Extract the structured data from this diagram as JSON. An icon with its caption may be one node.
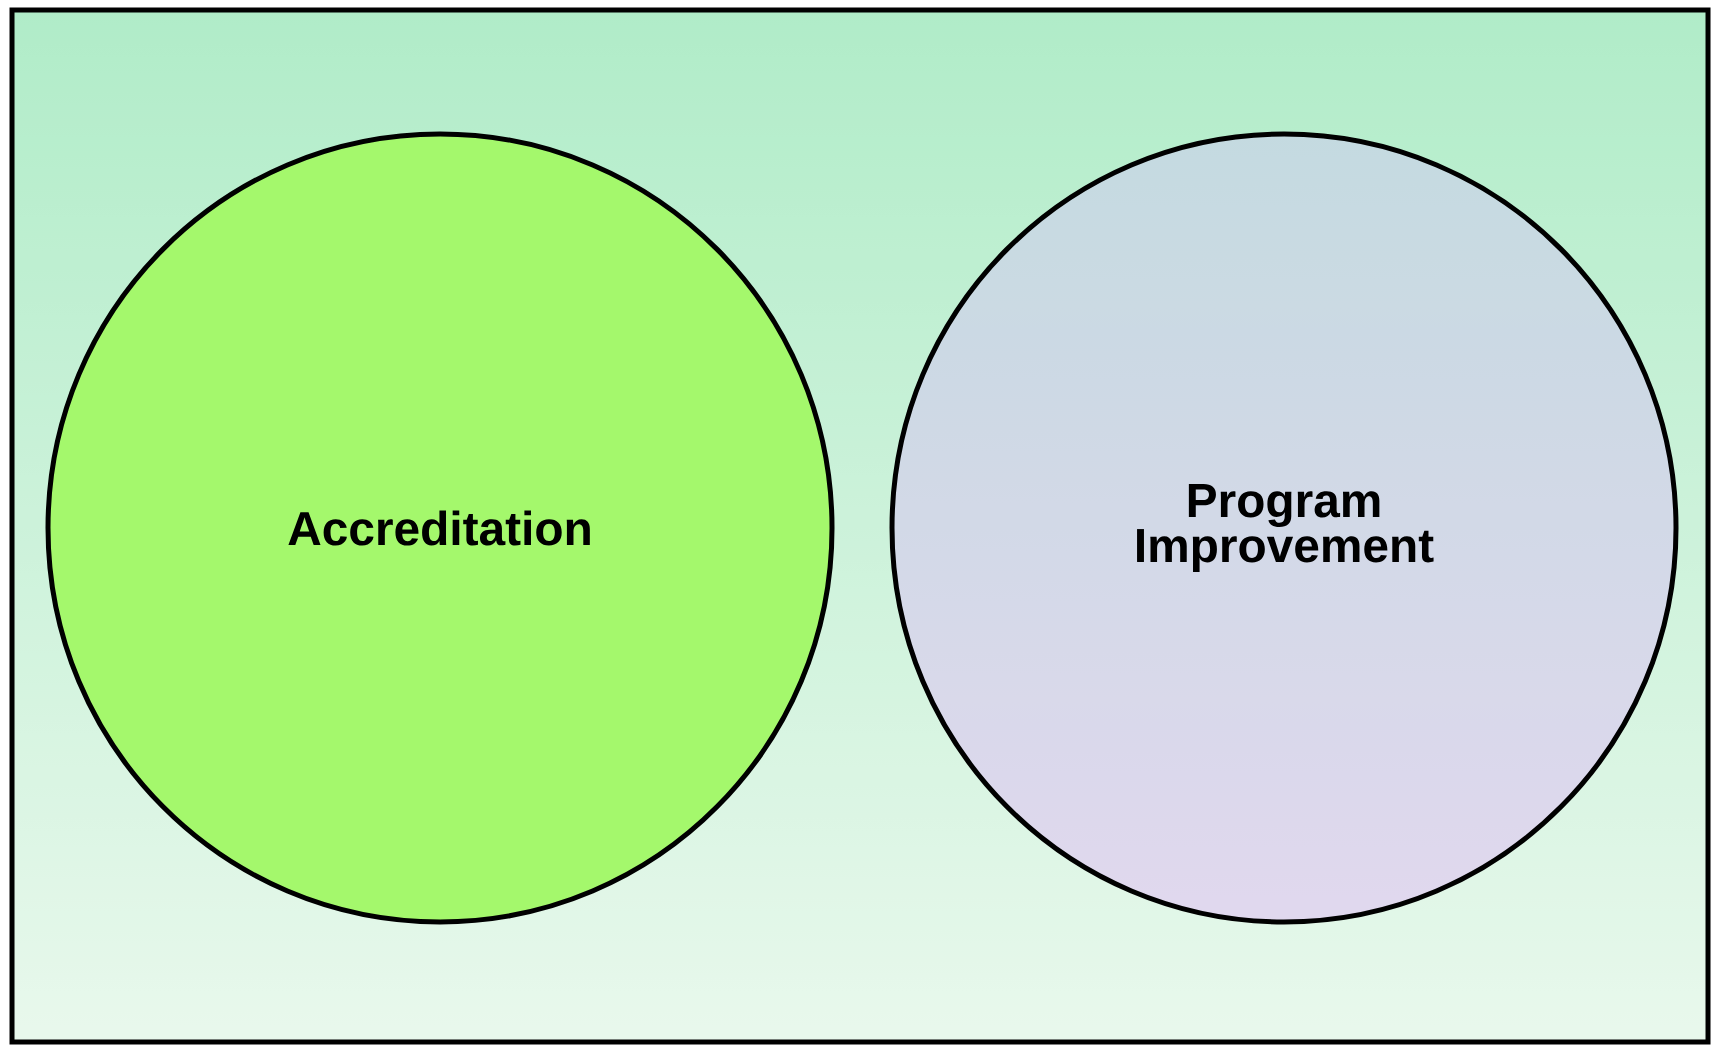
{
  "diagram": {
    "nodes": [
      {
        "text": [],
        "shape": "box"
      },
      {
        "text": [
          "Accreditation"
        ],
        "in": 0
      },
      {
        "text": [
          "Program Improvement"
        ],
        "in": 0
      }
    ]
  }
}
